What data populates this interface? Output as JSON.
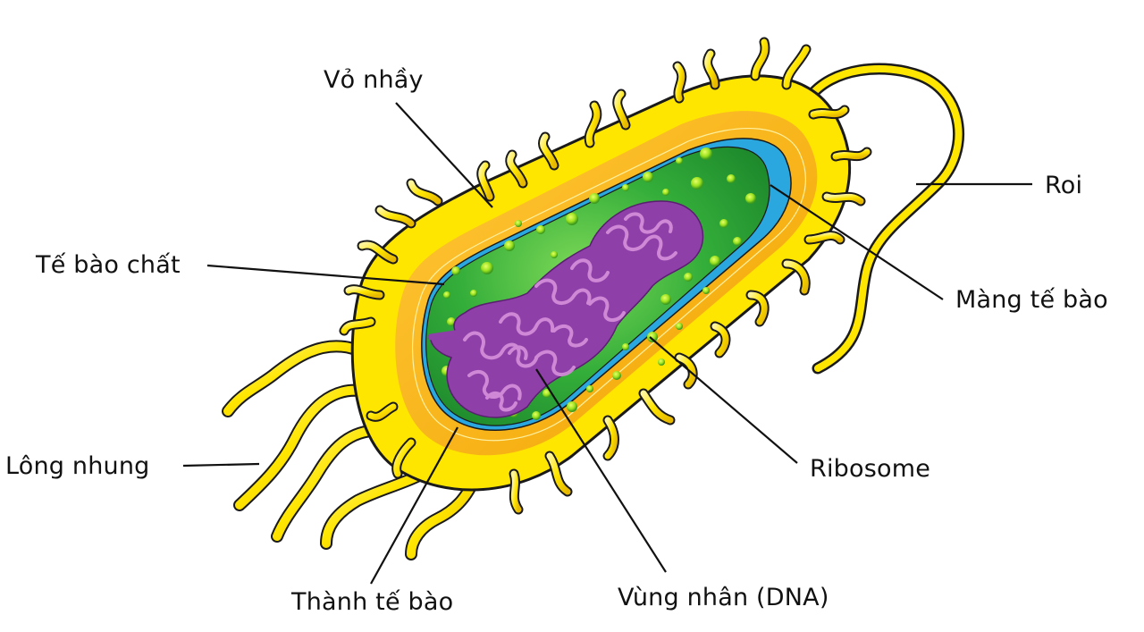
{
  "diagram": {
    "subject": "Bacterial cell structure",
    "colors": {
      "capsule": "#FFE600",
      "capsule_outline": "#1a1a1a",
      "cell_wall": "#F5B800",
      "cell_membrane": "#2AA7DE",
      "cytoplasm": "#2EA836",
      "ribosome": "#9BE21E",
      "nucleoid": "#8E3FA8",
      "nucleoid_strands": "#D690DA",
      "pili": "#FFE11A",
      "leader_line": "#111111",
      "label_text": "#111111"
    },
    "labels": {
      "capsule": "Vỏ nhầy",
      "cytoplasm": "Tế bào chất",
      "pili": "Lông nhung",
      "cell_wall": "Thành tế bào",
      "nucleoid": "Vùng nhân (DNA)",
      "ribosome": "Ribosome",
      "cell_membrane": "Màng tế bào",
      "flagellum": "Roi"
    }
  }
}
